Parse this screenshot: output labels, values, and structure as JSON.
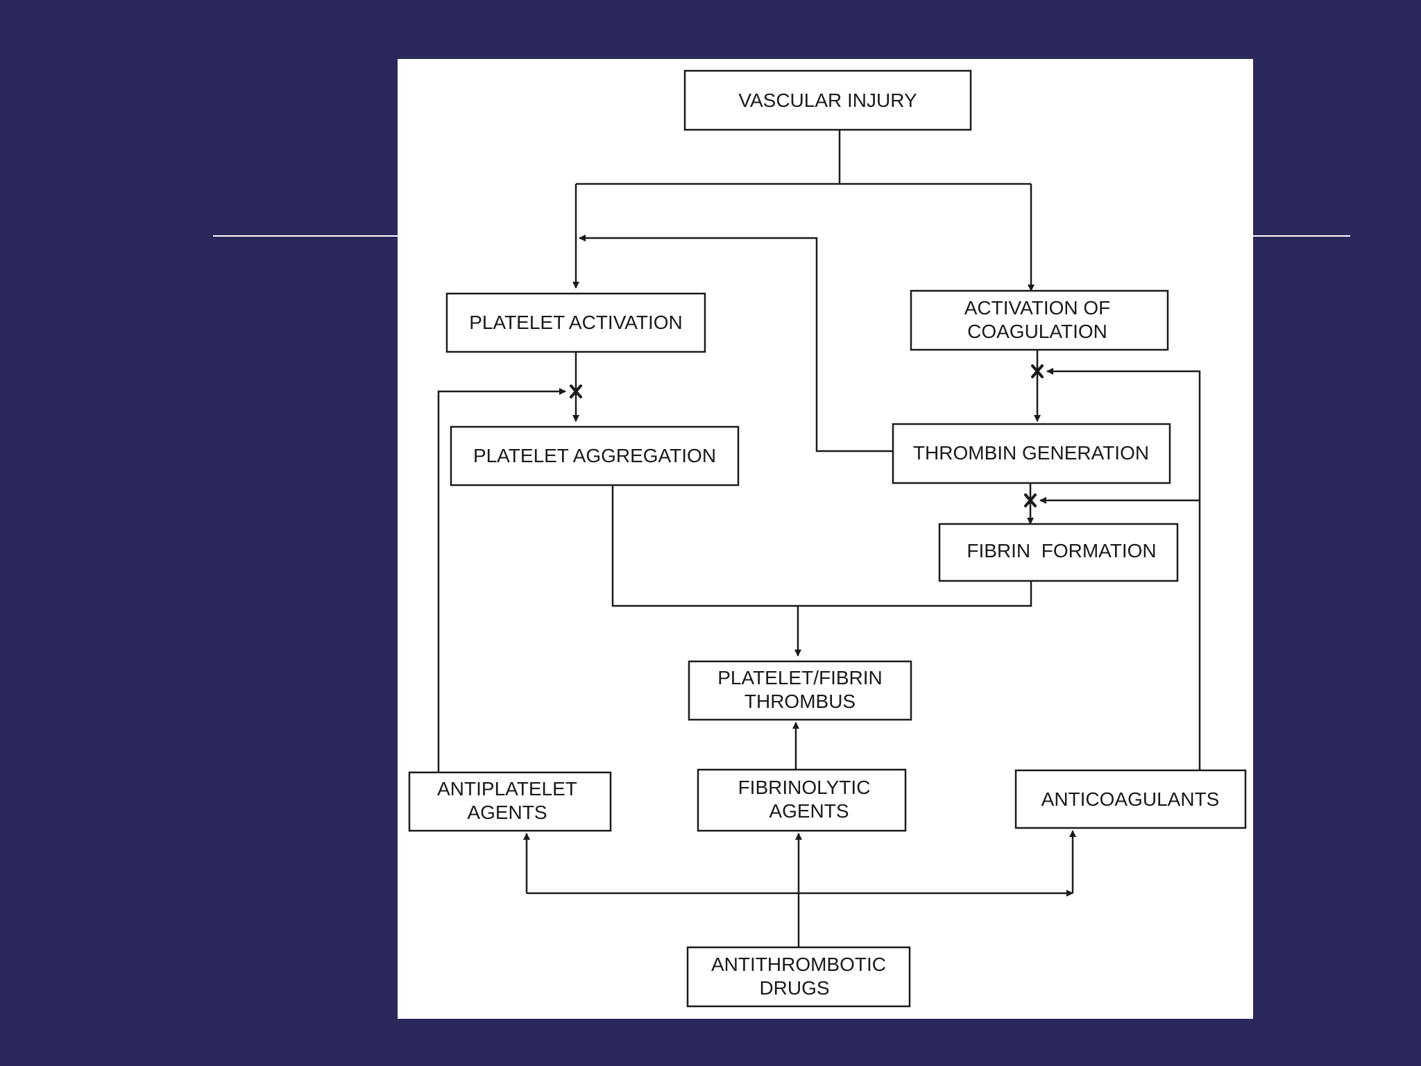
{
  "diagram": {
    "nodes": {
      "vascular_injury": [
        "VASCULAR INJURY"
      ],
      "platelet_activation": [
        "PLATELET ACTIVATION"
      ],
      "activation_of_coagulation": [
        "ACTIVATION OF",
        "COAGULATION"
      ],
      "platelet_aggregation": [
        "PLATELET AGGREGATION"
      ],
      "thrombin_generation": [
        "THROMBIN GENERATION"
      ],
      "fibrin_formation": [
        "FIBRIN  FORMATION"
      ],
      "platelet_fibrin_thrombus": [
        "PLATELET/FIBRIN",
        "THROMBUS"
      ],
      "antiplatelet_agents": [
        "ANTIPLATELET",
        "AGENTS"
      ],
      "fibrinolytic_agents": [
        "FIBRINOLYTIC",
        "AGENTS"
      ],
      "anticoagulants": [
        "ANTICOAGULANTS"
      ],
      "antithrombotic_drugs": [
        "ANTITHROMBOTIC",
        "DRUGS"
      ]
    },
    "edges": [
      {
        "from": "vascular_injury",
        "to": "platelet_activation"
      },
      {
        "from": "vascular_injury",
        "to": "activation_of_coagulation"
      },
      {
        "from": "thrombin_generation",
        "to": "platelet_activation"
      },
      {
        "from": "platelet_activation",
        "to": "platelet_aggregation"
      },
      {
        "from": "activation_of_coagulation",
        "to": "thrombin_generation"
      },
      {
        "from": "thrombin_generation",
        "to": "fibrin_formation"
      },
      {
        "from": "platelet_aggregation",
        "to": "platelet_fibrin_thrombus"
      },
      {
        "from": "fibrin_formation",
        "to": "platelet_fibrin_thrombus"
      },
      {
        "from": "fibrinolytic_agents",
        "to": "platelet_fibrin_thrombus"
      },
      {
        "from": "antiplatelet_agents",
        "to": "platelet_aggregation",
        "blocks": true
      },
      {
        "from": "anticoagulants",
        "to": "thrombin_generation",
        "blocks": true
      },
      {
        "from": "anticoagulants",
        "to": "fibrin_formation",
        "blocks": true
      },
      {
        "from": "antithrombotic_drugs",
        "to": "antiplatelet_agents"
      },
      {
        "from": "antithrombotic_drugs",
        "to": "fibrinolytic_agents"
      },
      {
        "from": "antithrombotic_drugs",
        "to": "anticoagulants"
      }
    ]
  }
}
